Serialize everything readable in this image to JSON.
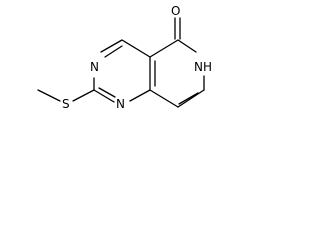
{
  "molecule": {
    "atoms": {
      "O": "O",
      "N_pyrimidine_top": "N",
      "N_pyrimidine_bottom": "N",
      "S": "S",
      "NH": "NH"
    }
  }
}
